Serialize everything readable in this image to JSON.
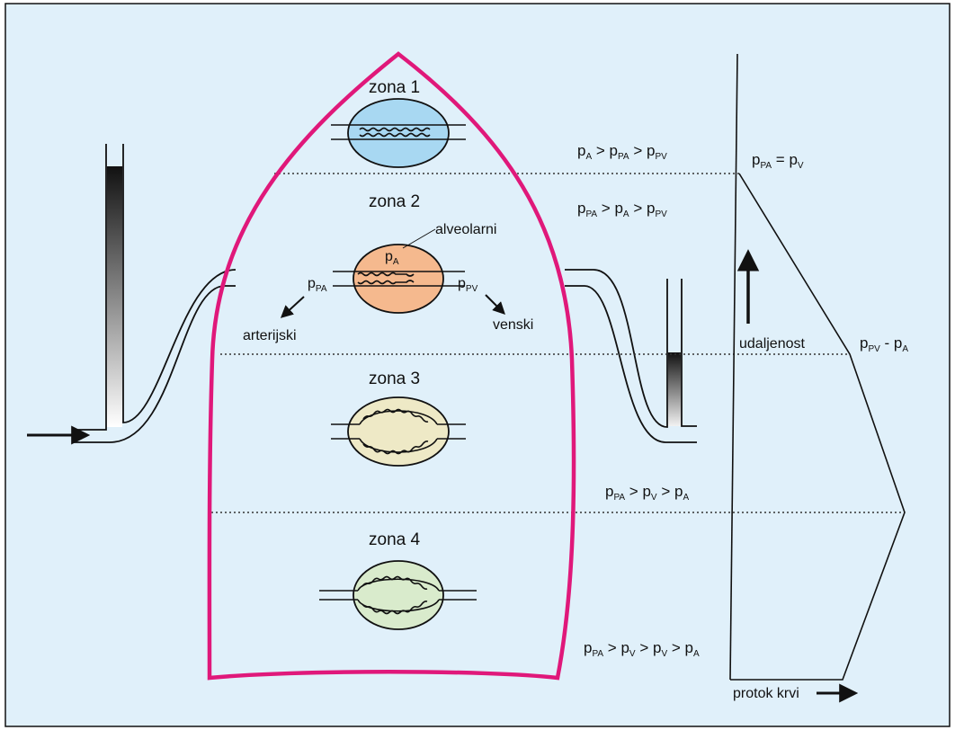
{
  "colors": {
    "background": "#e0f0fa",
    "frame": "#111111",
    "lung_outline": "#e0187a",
    "zone1_fill": "#a8d8f2",
    "zone2_fill": "#f5b98e",
    "zone3_fill": "#eee9c6",
    "zone4_fill": "#d9ebcc"
  },
  "zones": [
    {
      "label": "zona 1"
    },
    {
      "label": "zona 2"
    },
    {
      "label": "zona 3"
    },
    {
      "label": "zona 4"
    }
  ],
  "annotations": {
    "alveolar": "alveolarni",
    "arterial": "arterijski",
    "venous": "venski",
    "distance": "udaljenost",
    "blood_flow": "protok krvi"
  },
  "symbols": {
    "p": "p",
    "A": "A",
    "PA": "PA",
    "PV": "PV",
    "V": "V",
    "gt": " > ",
    "eq": " = ",
    "minus": " - "
  },
  "icons": [
    "arrow-icon"
  ]
}
